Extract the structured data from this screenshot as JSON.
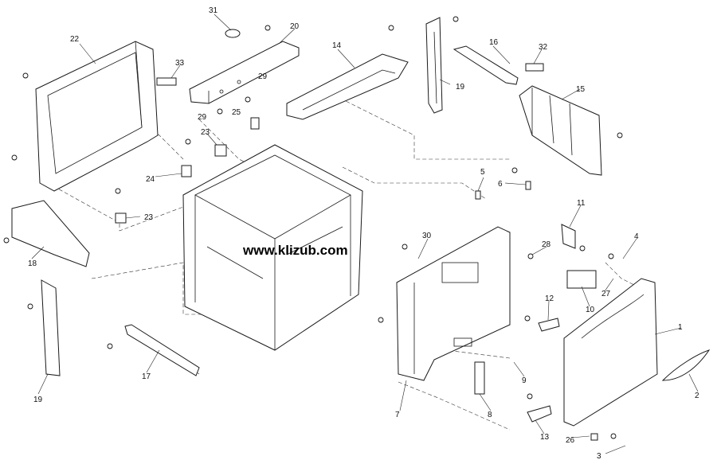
{
  "watermark": "www.klizub.com",
  "callouts": [
    "1",
    "2",
    "3",
    "4",
    "5",
    "6",
    "7",
    "8",
    "9",
    "10",
    "11",
    "12",
    "13",
    "14",
    "15",
    "16",
    "17",
    "18",
    "19",
    "19",
    "20",
    "22",
    "23",
    "23",
    "24",
    "25",
    "26",
    "27",
    "28",
    "29",
    "29",
    "30",
    "31",
    "32",
    "33"
  ]
}
